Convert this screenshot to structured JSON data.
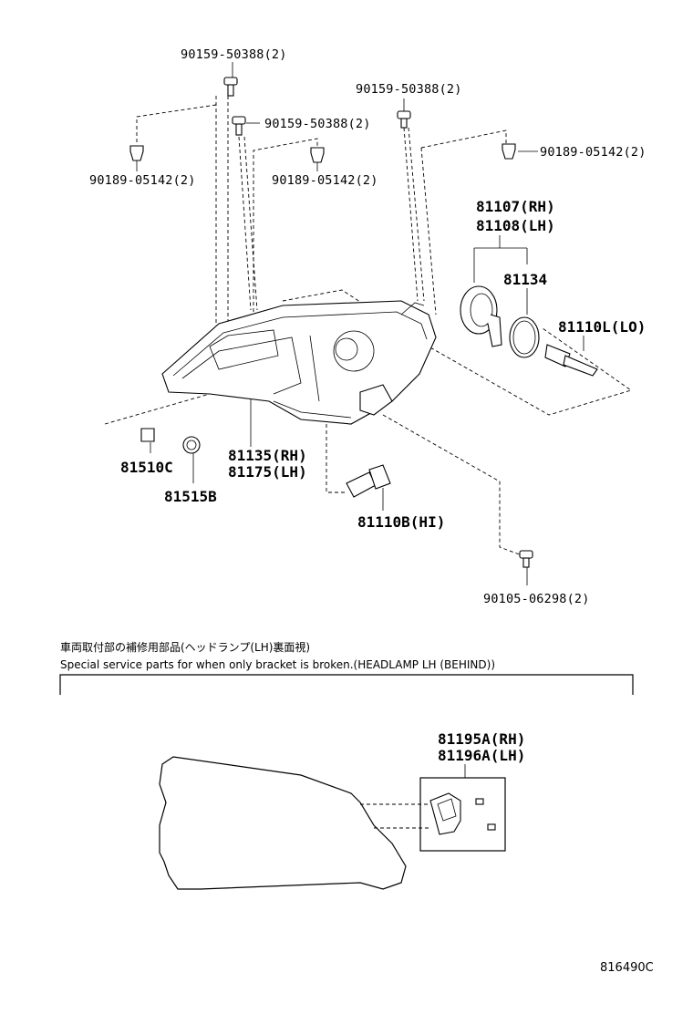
{
  "labels": {
    "bolt_top": "90159-50388(2)",
    "bolt_right": "90159-50388(2)",
    "bolt_mid": "90159-50388(2)",
    "clip_left": "90189-05142(2)",
    "clip_mid": "90189-05142(2)",
    "clip_right": "90189-05142(2)",
    "cap_rh": "81107(RH)",
    "cap_lh": "81108(LH)",
    "gasket": "81134",
    "bulb_lo": "81110L(LO)",
    "socket": "81510C",
    "bulb_small": "81515B",
    "headlamp_rh": "81135(RH)",
    "headlamp_lh": "81175(LH)",
    "bulb_hi": "81110B(HI)",
    "screw": "90105-06298(2)",
    "bracket_rh": "81195A(RH)",
    "bracket_lh": "81196A(LH)"
  },
  "service_note": {
    "japanese": "車両取付部の補修用部品(ヘッドランプ(LH)裏面視)",
    "english": "Special service parts for when only bracket is broken.(HEADLAMP LH (BEHIND))"
  },
  "diagram_ref": "816490C"
}
